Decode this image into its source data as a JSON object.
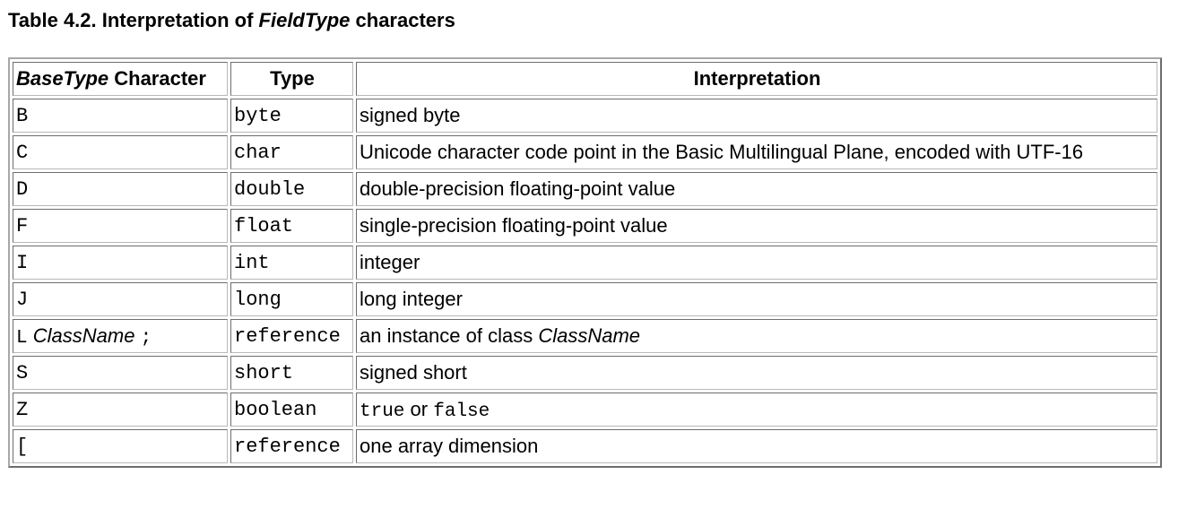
{
  "caption": {
    "prefix": "Table 4.2. Interpretation of ",
    "emphasis": "FieldType",
    "suffix": " characters"
  },
  "header": {
    "col1_italic": "BaseType",
    "col1_rest": " Character",
    "col2": "Type",
    "col3": "Interpretation"
  },
  "rows": [
    {
      "char": "B",
      "type": "byte",
      "interp": "signed byte"
    },
    {
      "char": "C",
      "type": "char",
      "interp": "Unicode character code point in the Basic Multilingual Plane, encoded with UTF-16"
    },
    {
      "char": "D",
      "type": "double",
      "interp": "double-precision floating-point value"
    },
    {
      "char": "F",
      "type": "float",
      "interp": "single-precision floating-point value"
    },
    {
      "char": "I",
      "type": "int",
      "interp": "integer"
    },
    {
      "char": "J",
      "type": "long",
      "interp": "long integer"
    },
    {
      "char": "L",
      "char_class": "ClassName",
      "char_end": ";",
      "type": "reference",
      "interp": "an instance of class ",
      "interp_class": "ClassName"
    },
    {
      "char": "S",
      "type": "short",
      "interp": "signed short"
    },
    {
      "char": "Z",
      "type": "boolean",
      "interp_a": "true",
      "interp_or": "or",
      "interp_b": "false"
    },
    {
      "char": "[",
      "type": "reference",
      "interp": "one array dimension"
    }
  ]
}
